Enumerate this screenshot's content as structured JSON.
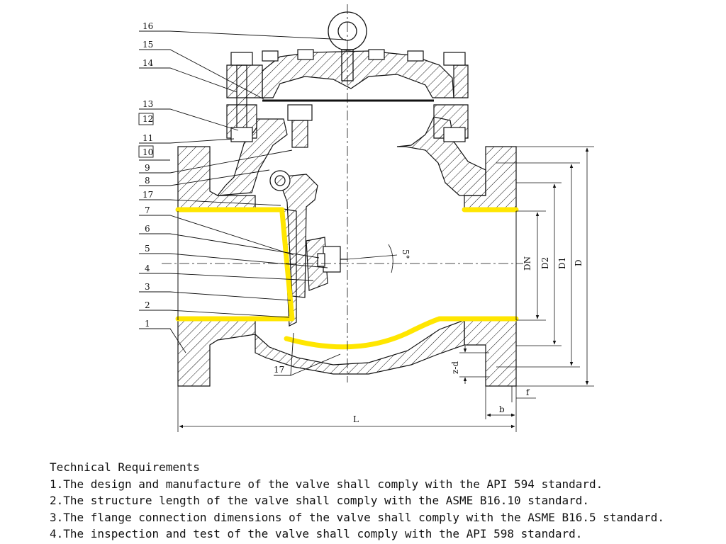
{
  "diagram": {
    "callouts": [
      {
        "id": "16",
        "label": "16"
      },
      {
        "id": "15",
        "label": "15"
      },
      {
        "id": "14",
        "label": "14"
      },
      {
        "id": "13",
        "label": "13"
      },
      {
        "id": "12",
        "label": "12"
      },
      {
        "id": "11",
        "label": "11"
      },
      {
        "id": "10",
        "label": "10"
      },
      {
        "id": "9",
        "label": "9"
      },
      {
        "id": "8",
        "label": "8"
      },
      {
        "id": "17a",
        "label": "17"
      },
      {
        "id": "7",
        "label": "7"
      },
      {
        "id": "6",
        "label": "6"
      },
      {
        "id": "5",
        "label": "5"
      },
      {
        "id": "4",
        "label": "4"
      },
      {
        "id": "3",
        "label": "3"
      },
      {
        "id": "2",
        "label": "2"
      },
      {
        "id": "1",
        "label": "1"
      },
      {
        "id": "17b",
        "label": "17"
      }
    ],
    "dimensions": {
      "DN": "DN",
      "D2": "D2",
      "D1": "D1",
      "D": "D",
      "L": "L",
      "b": "b",
      "f": "f",
      "nd": "z-d",
      "angle": "5°"
    },
    "colors": {
      "line": "#111111",
      "seat_highlight": "#ffe600",
      "background": "#ffffff"
    }
  },
  "technical_requirements": {
    "heading": "Technical Requirements",
    "items": [
      "1.The design and manufacture of the valve shall comply with the API 594 standard.",
      "2.The structure length of the valve shall comply with the ASME B16.10 standard.",
      "3.The flange connection dimensions of the valve shall comply with the ASME B16.5 standard.",
      "4.The inspection and test of the valve shall comply with the API 598 standard."
    ]
  }
}
